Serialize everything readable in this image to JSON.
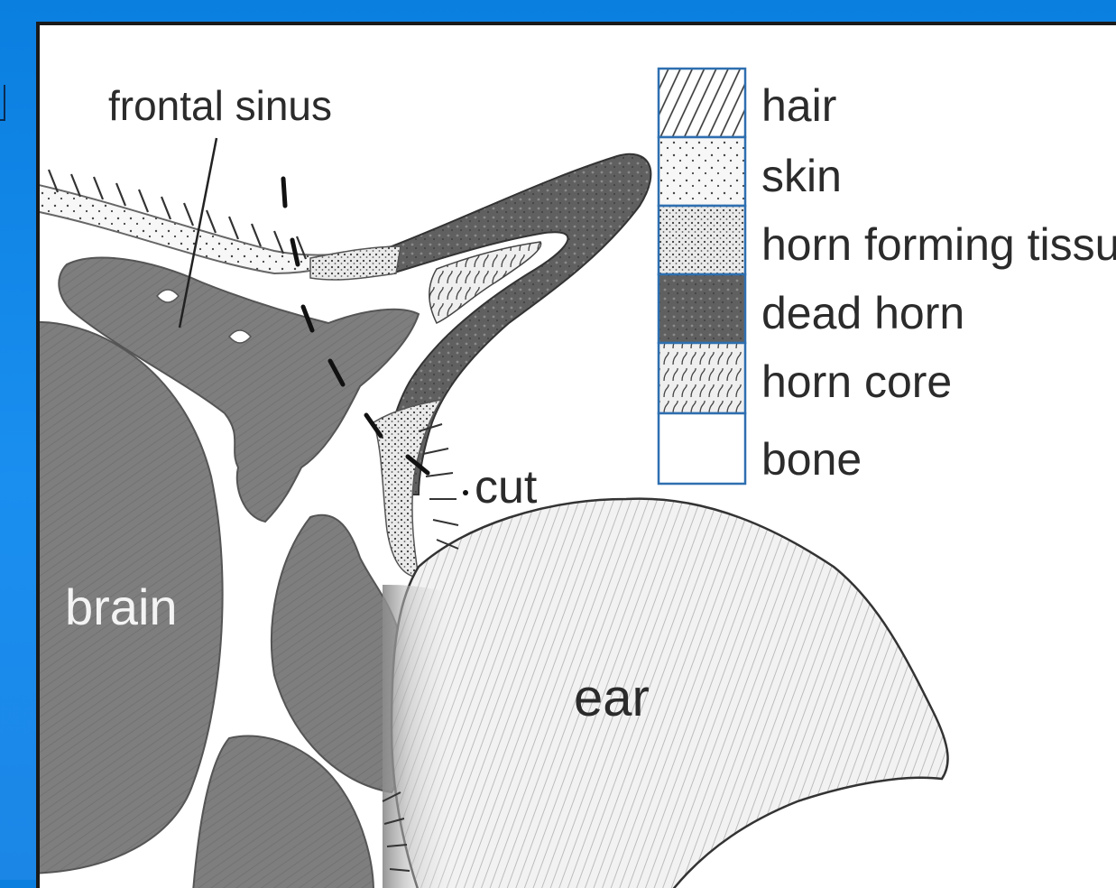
{
  "labels": {
    "frontal_sinus": "frontal sinus",
    "cut": "cut",
    "brain": "brain",
    "ear": "ear"
  },
  "legend": [
    {
      "pattern": "hair",
      "label": "hair"
    },
    {
      "pattern": "skin",
      "label": "skin"
    },
    {
      "pattern": "horn-forming-tissue",
      "label": "horn forming tissue"
    },
    {
      "pattern": "dead-horn",
      "label": "dead horn"
    },
    {
      "pattern": "horn-core",
      "label": "horn core"
    },
    {
      "pattern": "bone",
      "label": "bone"
    }
  ],
  "colors": {
    "background": "#0a7fe0",
    "frame_border": "#1a1a1a",
    "bone_gray": "#7b7b7b",
    "dead_horn": "#5e5e5e",
    "legend_border": "#2e6fb0"
  }
}
